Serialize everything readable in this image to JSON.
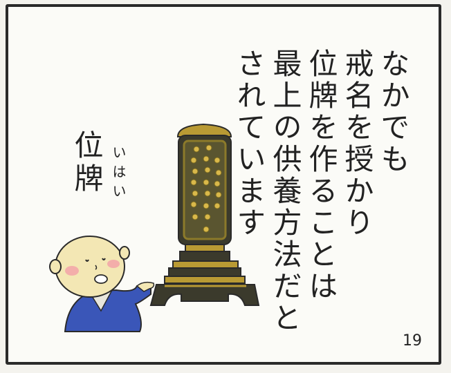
{
  "narration": {
    "lines": [
      "なかでも",
      "戒名を授かり",
      "位牌を作ることは",
      "最上の供養方法だと",
      "されています"
    ]
  },
  "label": {
    "kanji": "位牌",
    "ruby": "いはい"
  },
  "page_number": "19",
  "colors": {
    "tablet_body": "#3b3a2c",
    "tablet_gold": "#b99a34",
    "dots": "#d9b84a",
    "monk_skin": "#f3e7b4",
    "monk_robe": "#3a56b8",
    "cheek": "#f2a0a8"
  }
}
